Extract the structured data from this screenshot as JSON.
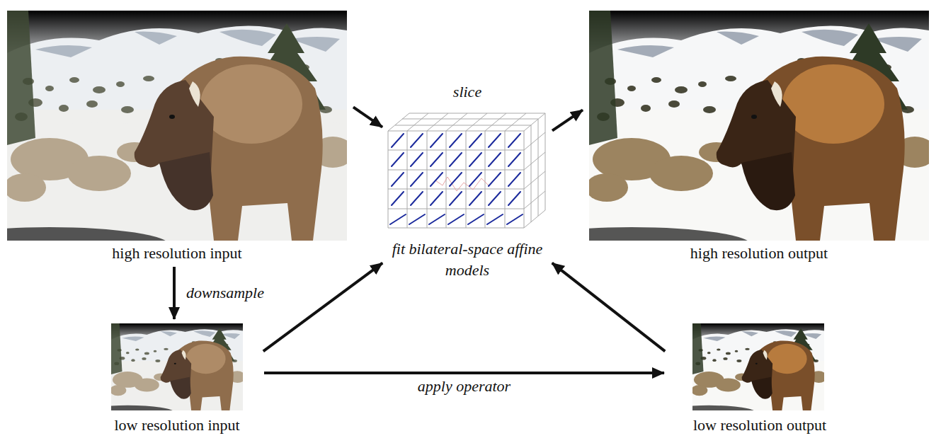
{
  "diagram": {
    "nodes": [
      {
        "text": [
          "high resolution input"
        ]
      },
      {
        "text": [
          "slice",
          "fit bilateral-space affine models"
        ]
      },
      {
        "text": [
          "high resolution output"
        ]
      },
      {
        "text": [
          "low resolution input"
        ]
      },
      {
        "text": [
          "low resolution output"
        ]
      }
    ],
    "edges": [
      {
        "from": 0,
        "to": 1,
        "arrow": "to"
      },
      {
        "from": 1,
        "to": 2,
        "arrow": "to"
      },
      {
        "from": 0,
        "to": 3,
        "label": "downsample",
        "arrow": "to"
      },
      {
        "from": 3,
        "to": 1,
        "arrow": "to"
      },
      {
        "from": 3,
        "to": 4,
        "label": "apply operator",
        "arrow": "to"
      },
      {
        "from": 4,
        "to": 1,
        "arrow": "to"
      }
    ]
  }
}
